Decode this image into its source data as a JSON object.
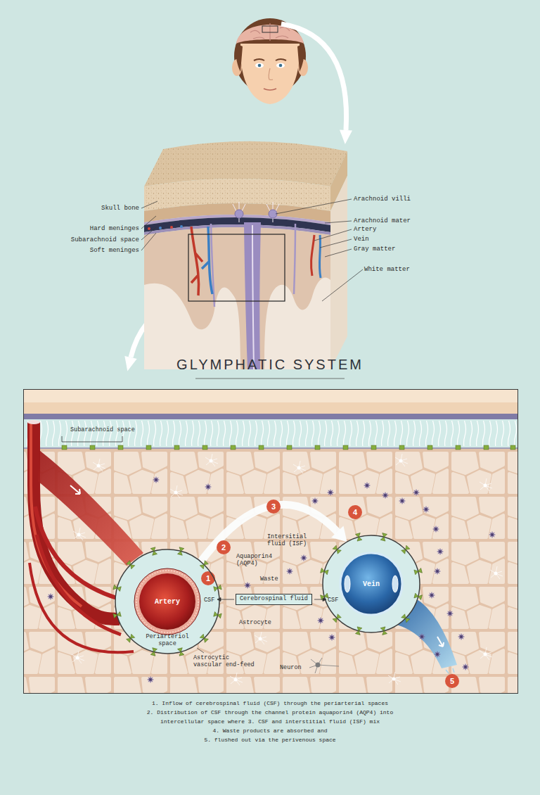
{
  "diagram": {
    "title": "GLYMPHATIC SYSTEM",
    "nodes": [
      {
        "text": [
          "CSF",
          "Periarteriol space"
        ]
      },
      {
        "text": [
          "Artery"
        ],
        "in": 0
      },
      {
        "text": [
          "CSF"
        ]
      },
      {
        "text": [
          "Vein"
        ],
        "in": 2
      },
      {
        "text": [
          "Cerebrospinal fluid"
        ]
      }
    ],
    "edges": [
      {
        "from": 0,
        "to": 2,
        "arrow": "to"
      }
    ],
    "labels": [
      "Skull bone",
      "Hard meninges",
      "Subarachnoid space",
      "Soft meninges",
      "Arachnoid villi",
      "Arachnoid mater",
      "Artery",
      "Vein",
      "Gray matter",
      "White matter",
      "Subarachnoid space",
      "1",
      "2",
      "3",
      "4",
      "5",
      "Aquaporin4 (AQP4)",
      "Intersitial fluid (ISF)",
      "Waste",
      "Astrocyte",
      "Astrocytic vascular end-feed",
      "Neuron",
      "1. Inflow of cerebrospinal fluid (CSF) through the periarterial spaces",
      "2. Distribution of CSF through the channel protein aquaporin4 (AQP4) into intercellular space where 3. CSF and interstitial fluid (ISF) mix",
      "4. Waste products are absorbed and",
      "5. flushed out via the perivenous space"
    ]
  }
}
